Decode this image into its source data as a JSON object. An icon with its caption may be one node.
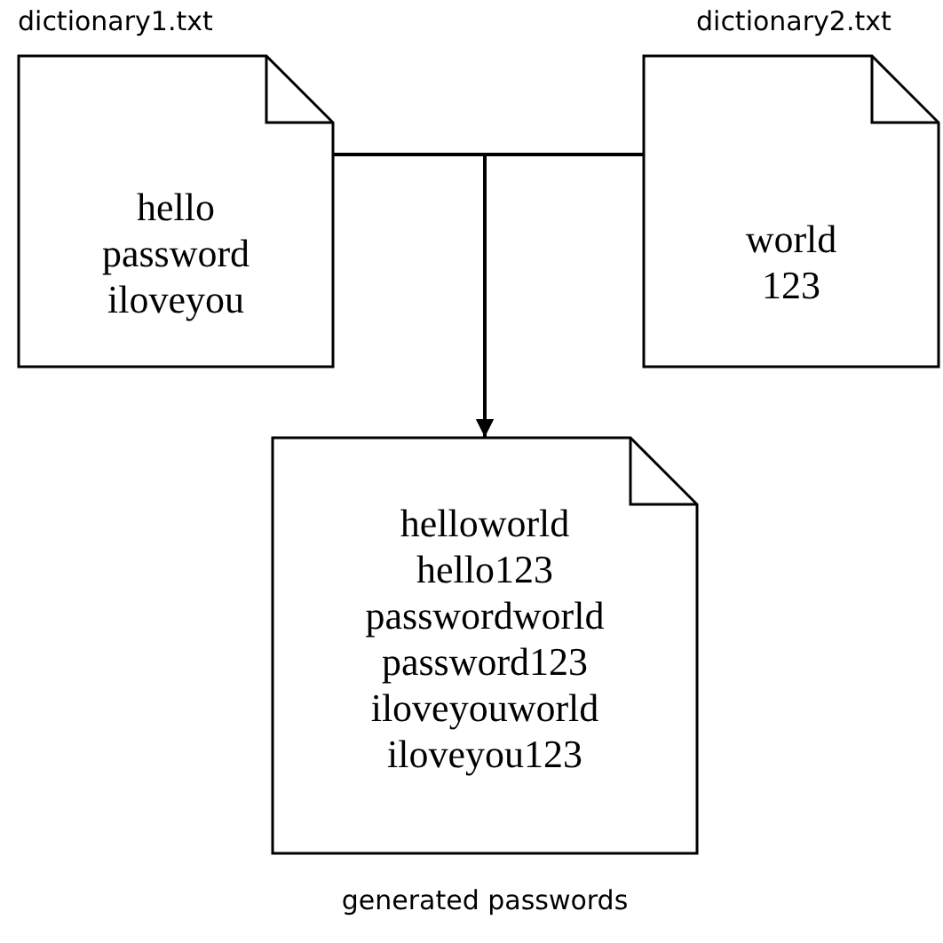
{
  "diagram": {
    "nodes": [
      {
        "text": [
          "hello",
          "password",
          "iloveyou"
        ],
        "beside": [
          "dictionary1.txt"
        ]
      },
      {
        "text": [
          "world",
          "123"
        ],
        "beside": [
          "dictionary2.txt"
        ]
      },
      {
        "text": [
          "helloworld",
          "hello123",
          "passwordworld",
          "password123",
          "iloveyouworld",
          "iloveyou123"
        ],
        "beside": [
          "generated passwords"
        ]
      }
    ],
    "edges": [
      {
        "from": 0,
        "to": 2,
        "arrow": "to"
      },
      {
        "from": 1,
        "to": 2,
        "arrow": "to"
      }
    ]
  }
}
